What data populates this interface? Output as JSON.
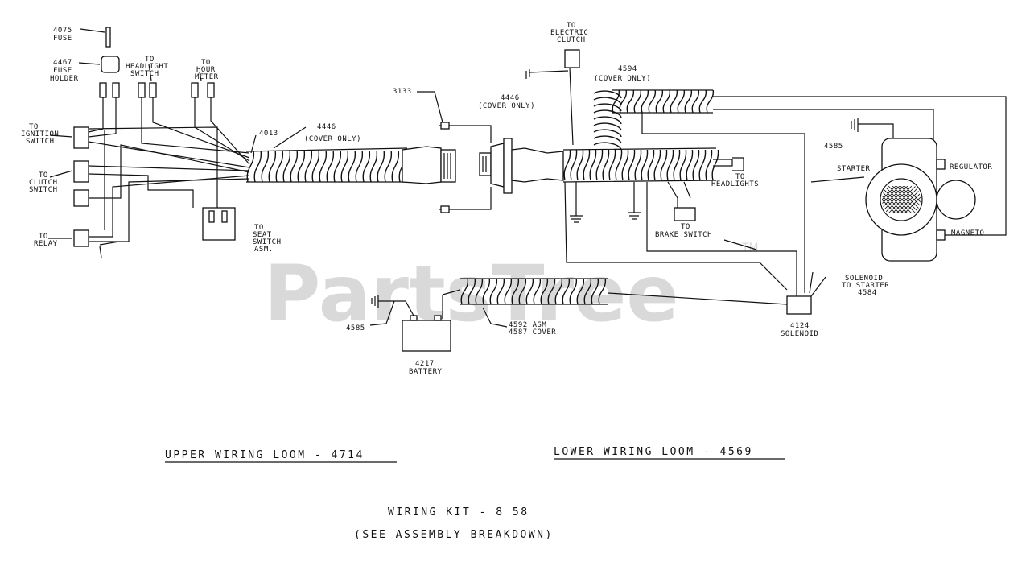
{
  "watermark": {
    "text": "PartsTree",
    "tm": "TM"
  },
  "labels": {
    "fuse": [
      "4075",
      "FUSE"
    ],
    "fuse_holder": [
      "4467",
      "FUSE",
      "HOLDER"
    ],
    "headlight_switch": [
      "TO",
      "HEADLIGHT",
      "SWITCH"
    ],
    "hour_meter": [
      "TO",
      "HOUR",
      "METER"
    ],
    "ignition_switch": [
      "TO",
      "IGNITION",
      "SWITCH"
    ],
    "clutch_switch": [
      "TO",
      "CLUTCH",
      "SWITCH"
    ],
    "relay": [
      "TO",
      "RELAY"
    ],
    "seat_switch": [
      "TO",
      "SEAT",
      "SWITCH",
      "ASM."
    ],
    "loom_4013": "4013",
    "cover_4446_upper": [
      "4446",
      "(COVER ONLY)"
    ],
    "screw_3133": "3133",
    "electric_clutch": [
      "TO",
      "ELECTRIC",
      "CLUTCH"
    ],
    "cover_4446_lower": [
      "4446",
      "(COVER ONLY)"
    ],
    "cover_4594": [
      "4594",
      "(COVER ONLY)"
    ],
    "ground_4585_top": "4585",
    "starter": "STARTER",
    "regulator": "REGULATOR",
    "magneto": "MAGNETO",
    "headlights": [
      "TO",
      "HEADLIGHTS"
    ],
    "brake_switch": [
      "TO",
      "BRAKE SWITCH"
    ],
    "solenoid_starter": [
      "SOLENOID",
      "TO STARTER",
      "4584"
    ],
    "solenoid": [
      "4124",
      "SOLENOID"
    ],
    "ground_4585_bottom": "4585",
    "battery": [
      "4217",
      "BATTERY"
    ],
    "cable_4592": [
      "4592 ASM",
      "4587 COVER"
    ]
  },
  "titles": {
    "upper_loom": "UPPER WIRING LOOM - 4714",
    "lower_loom": "LOWER WIRING LOOM - 4569",
    "kit_line1": "WIRING KIT - 8 58",
    "kit_line2": "(SEE ASSEMBLY BREAKDOWN)"
  }
}
